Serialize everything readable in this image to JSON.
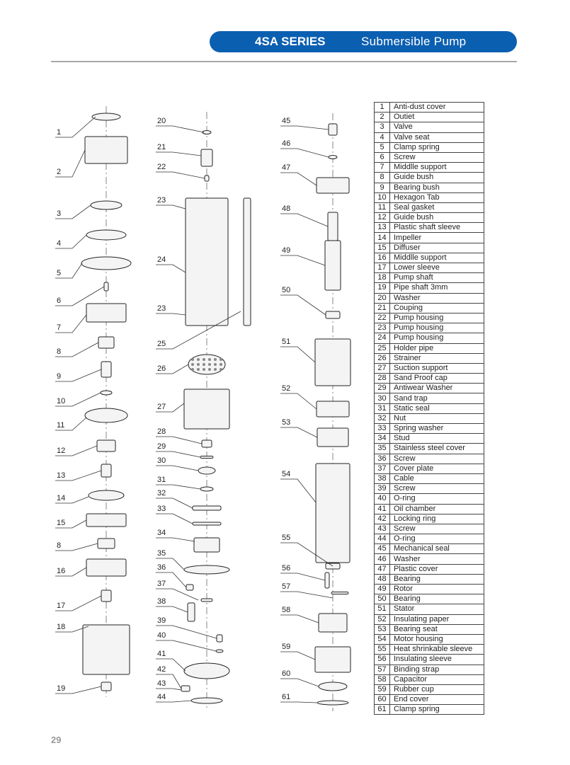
{
  "header": {
    "series": "4SA SERIES",
    "subtitle": "Submersible Pump"
  },
  "diagram": {
    "callouts": [
      "1",
      "2",
      "3",
      "4",
      "5",
      "6",
      "7",
      "8",
      "9",
      "10",
      "11",
      "12",
      "13",
      "14",
      "15",
      "8",
      "16",
      "17",
      "18",
      "19",
      "20",
      "21",
      "22",
      "23",
      "24",
      "23",
      "25",
      "26",
      "27",
      "28",
      "29",
      "30",
      "31",
      "32",
      "33",
      "34",
      "35",
      "36",
      "37",
      "38",
      "39",
      "40",
      "41",
      "42",
      "43",
      "44",
      "45",
      "46",
      "47",
      "48",
      "49",
      "50",
      "51",
      "52",
      "53",
      "54",
      "55",
      "56",
      "57",
      "58",
      "59",
      "60",
      "61"
    ]
  },
  "parts_table": [
    [
      "1",
      "Anti-dust cover"
    ],
    [
      "2",
      "Outiet"
    ],
    [
      "3",
      "Valve"
    ],
    [
      "4",
      "Valve seat"
    ],
    [
      "5",
      "Clamp spring"
    ],
    [
      "6",
      "Screw"
    ],
    [
      "7",
      "Middlle support"
    ],
    [
      "8",
      "Guide bush"
    ],
    [
      "9",
      "Bearing bush"
    ],
    [
      "10",
      "Hexagon Tab"
    ],
    [
      "11",
      "Seal gasket"
    ],
    [
      "12",
      "Guide bush"
    ],
    [
      "13",
      "Plastic shaft sleeve"
    ],
    [
      "14",
      "Impeller"
    ],
    [
      "15",
      "Diffuser"
    ],
    [
      "16",
      "Middlle support"
    ],
    [
      "17",
      "Lower sleeve"
    ],
    [
      "18",
      "Pump shaft"
    ],
    [
      "19",
      "Pipe shaft 3mm"
    ],
    [
      "20",
      "Washer"
    ],
    [
      "21",
      "Couping"
    ],
    [
      "22",
      "Pump housing"
    ],
    [
      "23",
      "Pump housing"
    ],
    [
      "24",
      "Pump housing"
    ],
    [
      "25",
      "Holder pipe"
    ],
    [
      "26",
      "Strainer"
    ],
    [
      "27",
      "Suction support"
    ],
    [
      "28",
      "Sand Proof cap"
    ],
    [
      "29",
      "Antiwear Washer"
    ],
    [
      "30",
      "Sand trap"
    ],
    [
      "31",
      "Static seal"
    ],
    [
      "32",
      "Nut"
    ],
    [
      "33",
      "Spring washer"
    ],
    [
      "34",
      "Stud"
    ],
    [
      "35",
      "Stainless steel cover"
    ],
    [
      "36",
      "Screw"
    ],
    [
      "37",
      "Cover plate"
    ],
    [
      "38",
      "Cable"
    ],
    [
      "39",
      "Screw"
    ],
    [
      "40",
      "O-ring"
    ],
    [
      "41",
      "Oil chamber"
    ],
    [
      "42",
      "Locking ring"
    ],
    [
      "43",
      "Screw"
    ],
    [
      "44",
      "O-ring"
    ],
    [
      "45",
      "Mechanical seal"
    ],
    [
      "46",
      "Washer"
    ],
    [
      "47",
      "Plastic cover"
    ],
    [
      "48",
      "Bearing"
    ],
    [
      "49",
      "Rotor"
    ],
    [
      "50",
      "Bearing"
    ],
    [
      "51",
      "Stator"
    ],
    [
      "52",
      "Insulating paper"
    ],
    [
      "53",
      "Bearing seat"
    ],
    [
      "54",
      "Motor housing"
    ],
    [
      "55",
      "Heat shrinkable sleeve"
    ],
    [
      "56",
      "Insulating sleeve"
    ],
    [
      "57",
      "Binding strap"
    ],
    [
      "58",
      "Capacitor"
    ],
    [
      "59",
      "Rubber cup"
    ],
    [
      "60",
      "End cover"
    ],
    [
      "61",
      "Clamp spring"
    ]
  ],
  "page_number": "29",
  "colors": {
    "banner": "#0b5fb0",
    "rule": "#a8a8a8"
  }
}
